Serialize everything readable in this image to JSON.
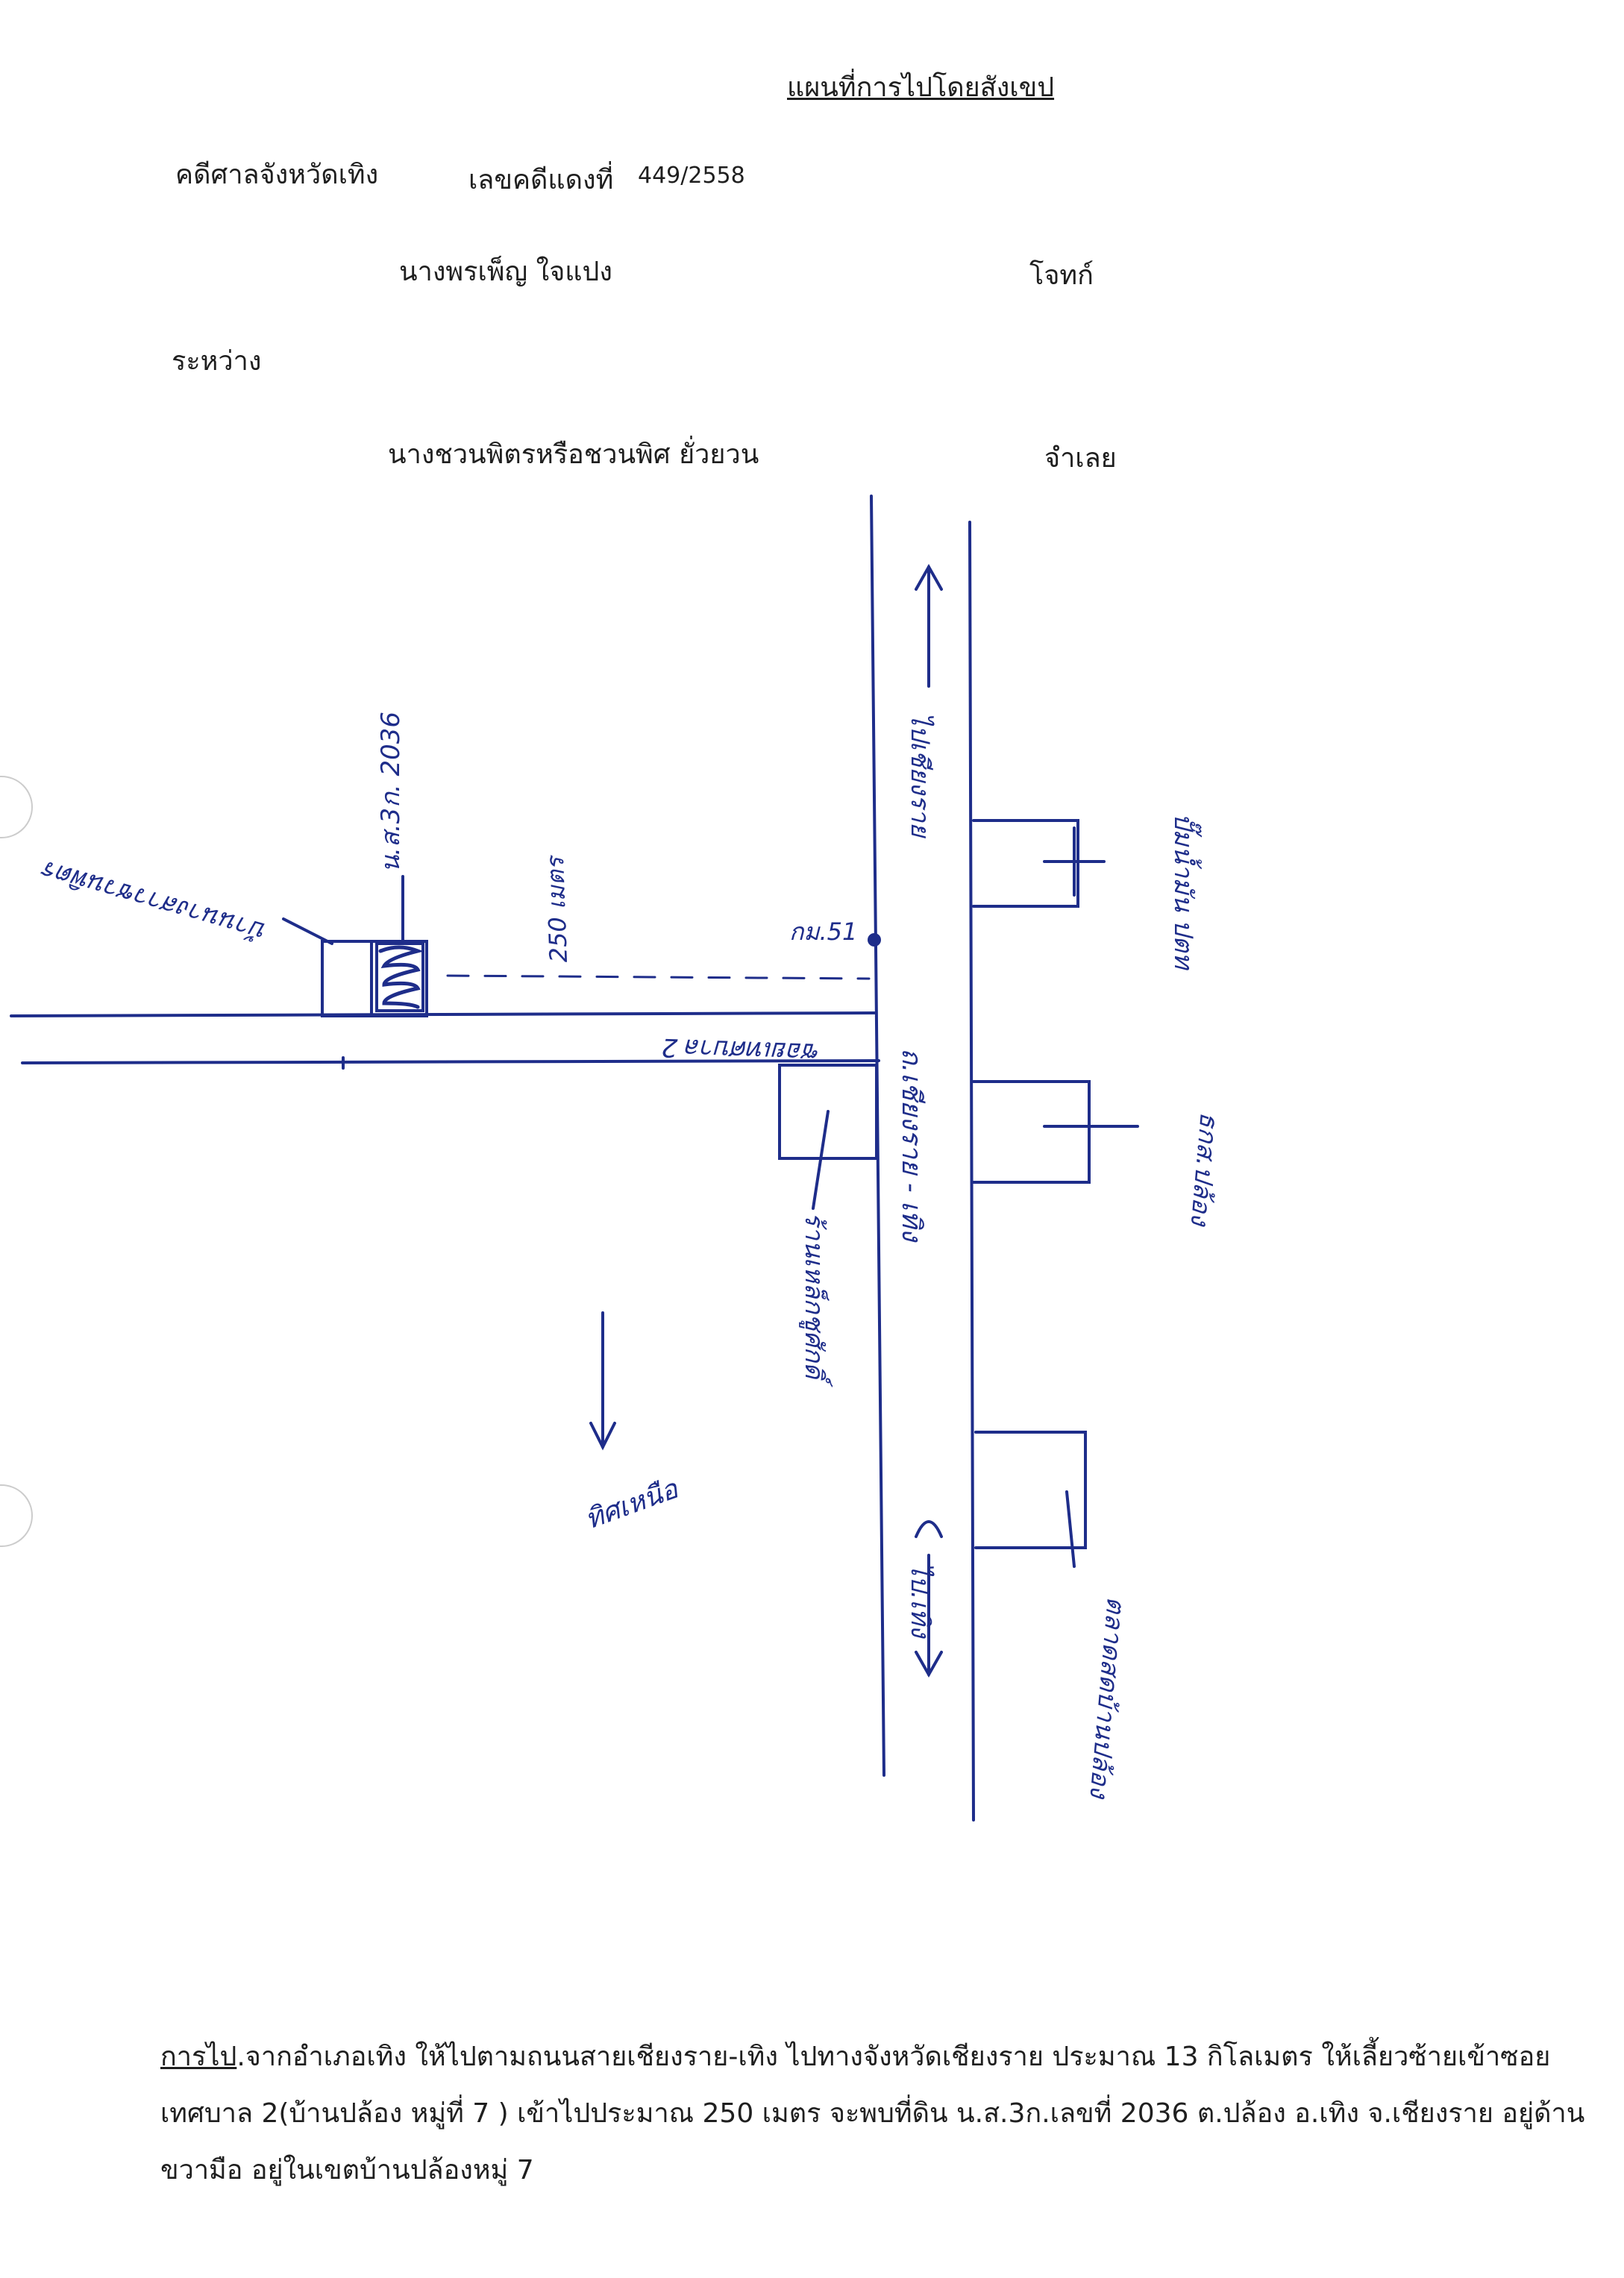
{
  "header": {
    "title": "แผนที่การไปโดยสังเขป",
    "court": "คดีศาลจังหวัดเทิง",
    "case_label": "เลขคดีแดงที่",
    "case_number": "449/2558",
    "plaintiff_name": "นางพรเพ็ญ  ใจแปง",
    "plaintiff_role": "โจทก์",
    "between": "ระหว่าง",
    "defendant_name": "นางชวนพิตรหรือชวนพิศ  ยั่วยวน",
    "defendant_role": "จำเลย"
  },
  "map": {
    "km_marker": "กม.51",
    "land_parcel": "น.ส.3ก. 2036",
    "house_label": "บ้านนางสาวชวนพิตร",
    "distance_label": "250 เมตร",
    "soi_label": "ซอยเทศบาล 2",
    "main_road_label": "ถ.เชียงราย - เทิง",
    "to_chiang_rai": "ไปเชียงราย",
    "to_thoeng": "ไป.เทิง",
    "shop_label": "ร้านเหล็กชูศักดิ์",
    "north_label": "ทิศเหนือ",
    "right_side_1": "ปั๊มน้ำมัน ปตท",
    "right_side_2": "ธกส.ปล้อง",
    "right_side_3": "ตลาดสดบ้านปล้อง"
  },
  "instructions": {
    "lead": "การไป",
    "text": ".จากอำเภอเทิง ให้ไปตามถนนสายเชียงราย-เทิง ไปทางจังหวัดเชียงราย ประมาณ 13 กิโลเมตร ให้เลี้ยวซ้ายเข้าซอยเทศบาล 2(บ้านปล้อง หมู่ที่  7 ) เข้าไปประมาณ 250 เมตร จะพบที่ดิน น.ส.3ก.เลขที่ 2036 ต.ปล้อง อ.เทิง  จ.เชียงราย อยู่ด้านขวามือ อยู่ในเขตบ้านปล้องหมู่ 7"
  },
  "colors": {
    "ink": "#1e2d8a",
    "text": "#1f1f1f"
  }
}
